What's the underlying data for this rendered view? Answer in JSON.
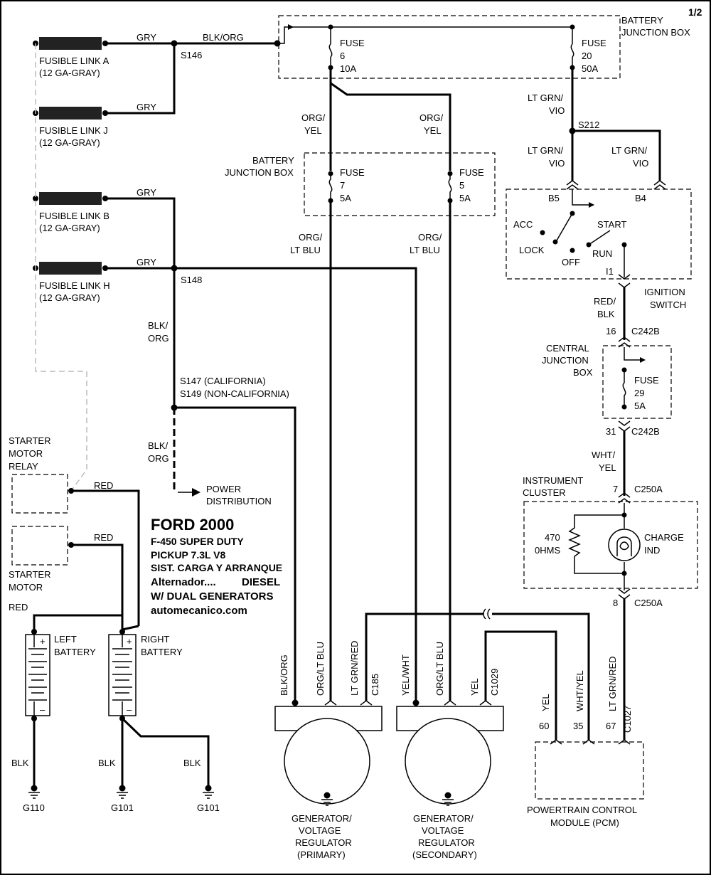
{
  "page_number": "1/2",
  "title": {
    "line1": "FORD 2000",
    "line2": "F-450 SUPER DUTY",
    "line3": "PICKUP  7.3L  V8",
    "line4": "SIST. CARGA Y ARRANQUE",
    "line5a": "Alternador....",
    "line5b": "DIESEL",
    "line6": "W/ DUAL GENERATORS",
    "line7": "automecanico.com"
  },
  "fusible_links": [
    {
      "name": "FUSIBLE LINK A",
      "gauge": "(12 GA-GRAY)"
    },
    {
      "name": "FUSIBLE LINK J",
      "gauge": "(12 GA-GRAY)"
    },
    {
      "name": "FUSIBLE LINK B",
      "gauge": "(12 GA-GRAY)"
    },
    {
      "name": "FUSIBLE LINK H",
      "gauge": "(12 GA-GRAY)"
    }
  ],
  "wire_colors": {
    "gry": "GRY",
    "blk_org": "BLK/ORG",
    "blk_org_split": [
      "BLK/",
      "ORG"
    ],
    "org_yel": [
      "ORG/",
      "YEL"
    ],
    "org_lt_blu": [
      "ORG/",
      "LT BLU"
    ],
    "lt_grn_vio": [
      "LT GRN/",
      "VIO"
    ],
    "red_blk": [
      "RED/",
      "BLK"
    ],
    "wht_yel": [
      "WHT/",
      "YEL"
    ],
    "red": "RED",
    "blk": "BLK"
  },
  "splices": {
    "s146": "S146",
    "s148": "S148",
    "s147": "S147 (CALIFORNIA)",
    "s149": "S149 (NON-CALIFORNIA)",
    "s212": "S212"
  },
  "battery_junction_box": {
    "label": [
      "BATTERY",
      "JUNCTION BOX"
    ],
    "fuse_word": "FUSE",
    "fuses": [
      {
        "num": "6",
        "amp": "10A"
      },
      {
        "num": "20",
        "amp": "50A"
      },
      {
        "num": "7",
        "amp": "5A"
      },
      {
        "num": "5",
        "amp": "5A"
      }
    ]
  },
  "ignition_switch": {
    "label": [
      "IGNITION",
      "SWITCH"
    ],
    "b5": "B5",
    "b4": "B4",
    "i1": "I1",
    "positions": {
      "acc": "ACC",
      "lock": "LOCK",
      "off": "OFF",
      "start": "START",
      "run": "RUN"
    }
  },
  "central_junction_box": {
    "label": [
      "CENTRAL",
      "JUNCTION",
      "BOX"
    ],
    "fuse": {
      "word": "FUSE",
      "num": "29",
      "amp": "5A"
    },
    "pin_in": "16",
    "pin_out": "31",
    "connector": "C242B"
  },
  "instrument_cluster": {
    "label": [
      "INSTRUMENT",
      "CLUSTER"
    ],
    "pin_in": "7",
    "pin_out": "8",
    "connector": "C250A",
    "resistor": [
      "470",
      "0HMS"
    ],
    "indicator": [
      "CHARGE",
      "IND"
    ]
  },
  "power_distribution": [
    "POWER",
    "DISTRIBUTION"
  ],
  "starter": {
    "relay": [
      "STARTER",
      "MOTOR",
      "RELAY"
    ],
    "motor": [
      "STARTER",
      "MOTOR"
    ]
  },
  "batteries": {
    "left": [
      "LEFT",
      "BATTERY"
    ],
    "right": [
      "RIGHT",
      "BATTERY"
    ],
    "plus": "+",
    "minus": "–"
  },
  "grounds": [
    "G110",
    "G101",
    "G101"
  ],
  "generator_wires": {
    "primary": [
      "BLK/ORG",
      "ORG/LT BLU",
      "LT GRN/RED",
      "C185"
    ],
    "secondary": [
      "YEL/WHT",
      "ORG/LT BLU",
      "YEL",
      "C1029"
    ]
  },
  "generators": {
    "primary": [
      "GENERATOR/",
      "VOLTAGE",
      "REGULATOR",
      "(PRIMARY)"
    ],
    "secondary": [
      "GENERATOR/",
      "VOLTAGE",
      "REGULATOR",
      "(SECONDARY)"
    ]
  },
  "pcm": {
    "label": [
      "POWERTRAIN CONTROL",
      "MODULE (PCM)"
    ],
    "pins": [
      "60",
      "35",
      "67"
    ],
    "wires": [
      "YEL",
      "WHT/YEL",
      "LT GRN/RED"
    ],
    "connector": "C1027"
  }
}
